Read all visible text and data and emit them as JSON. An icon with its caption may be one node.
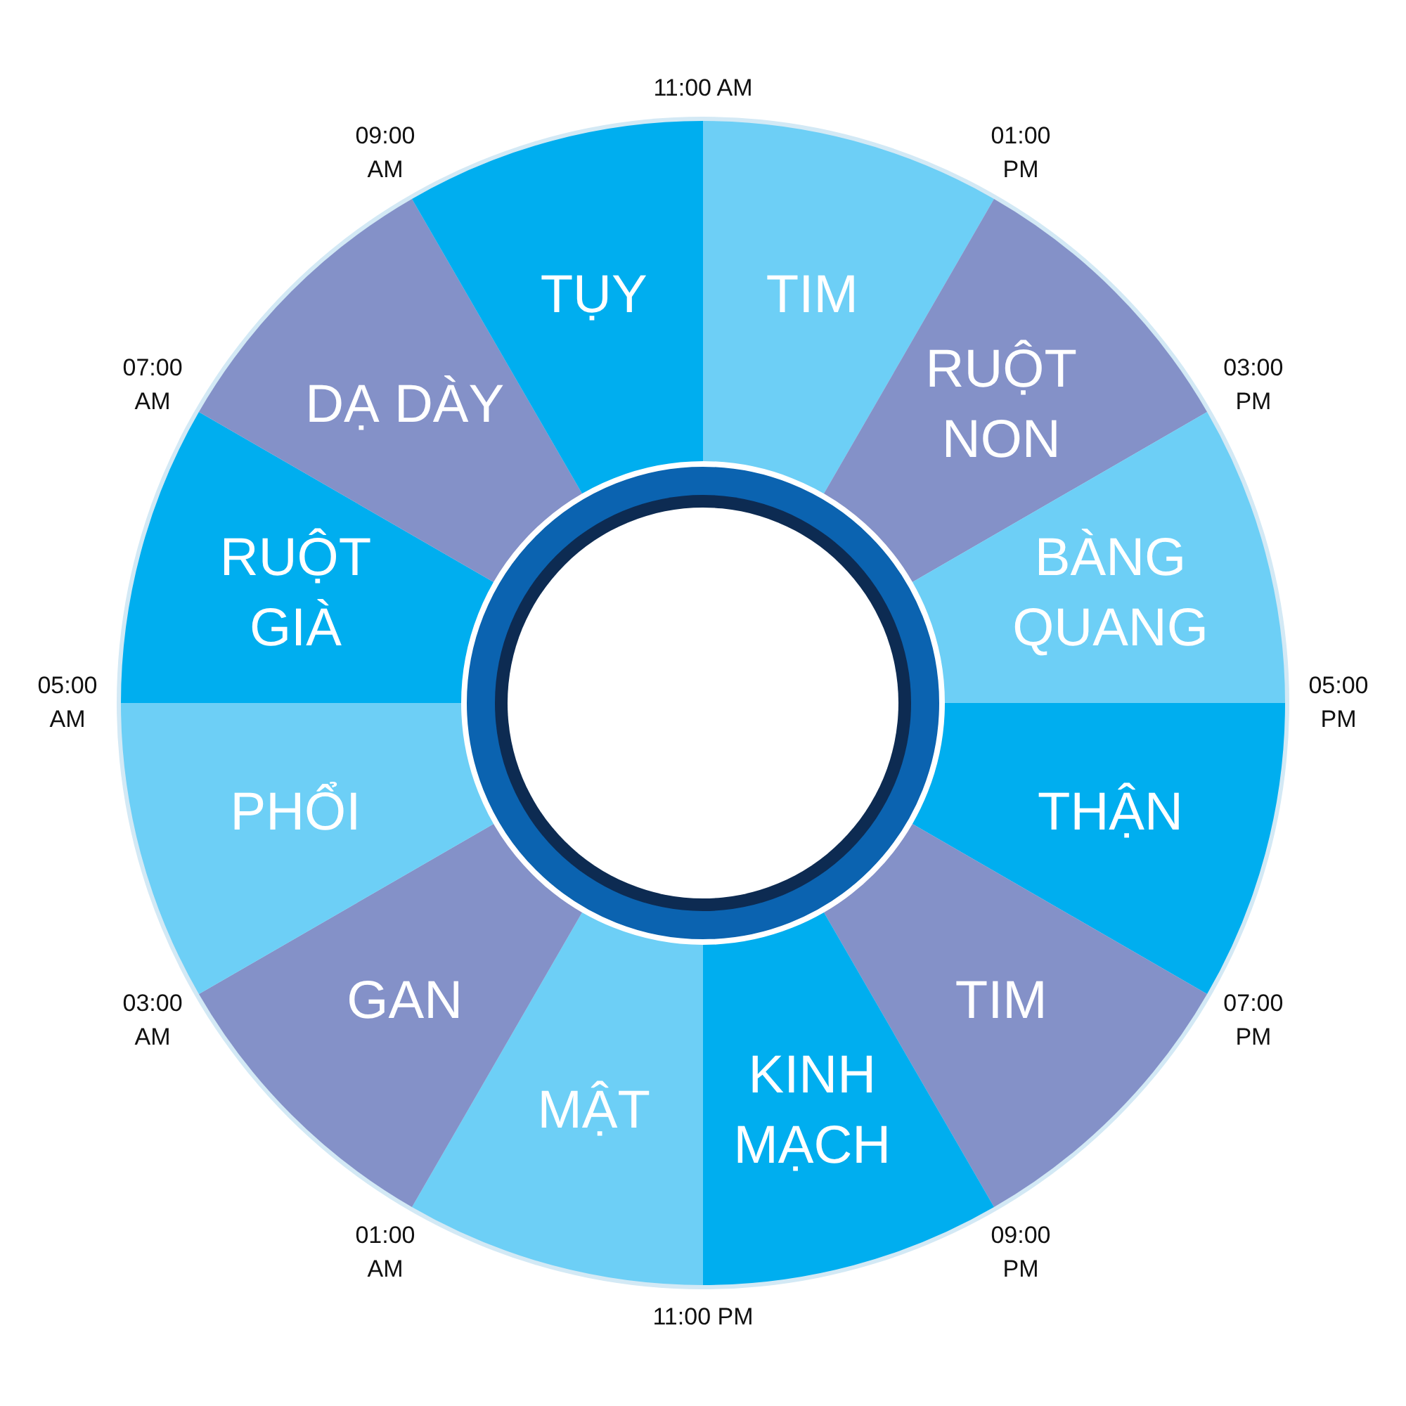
{
  "diagram": {
    "nodes": [
      {
        "text": [
          "TIM"
        ]
      },
      {
        "text": [
          "RUỘT NON"
        ]
      },
      {
        "text": [
          "BÀNG QUANG"
        ]
      },
      {
        "text": [
          "THẬN"
        ]
      },
      {
        "text": [
          "TIM"
        ]
      },
      {
        "text": [
          "KINH MẠCH"
        ]
      },
      {
        "text": [
          "MẬT"
        ]
      },
      {
        "text": [
          "GAN"
        ]
      },
      {
        "text": [
          "PHỔI"
        ]
      },
      {
        "text": [
          "RUỘT GIÀ"
        ]
      },
      {
        "text": [
          "DẠ DÀY"
        ]
      },
      {
        "text": [
          "TỤY"
        ]
      }
    ],
    "labels": [
      "11:00 AM",
      "01:00 PM",
      "03:00 PM",
      "05:00 PM",
      "07:00 PM",
      "09:00 PM",
      "11:00 PM",
      "01:00 AM",
      "03:00 AM",
      "05:00 AM",
      "07:00 AM",
      "09:00 AM"
    ]
  }
}
